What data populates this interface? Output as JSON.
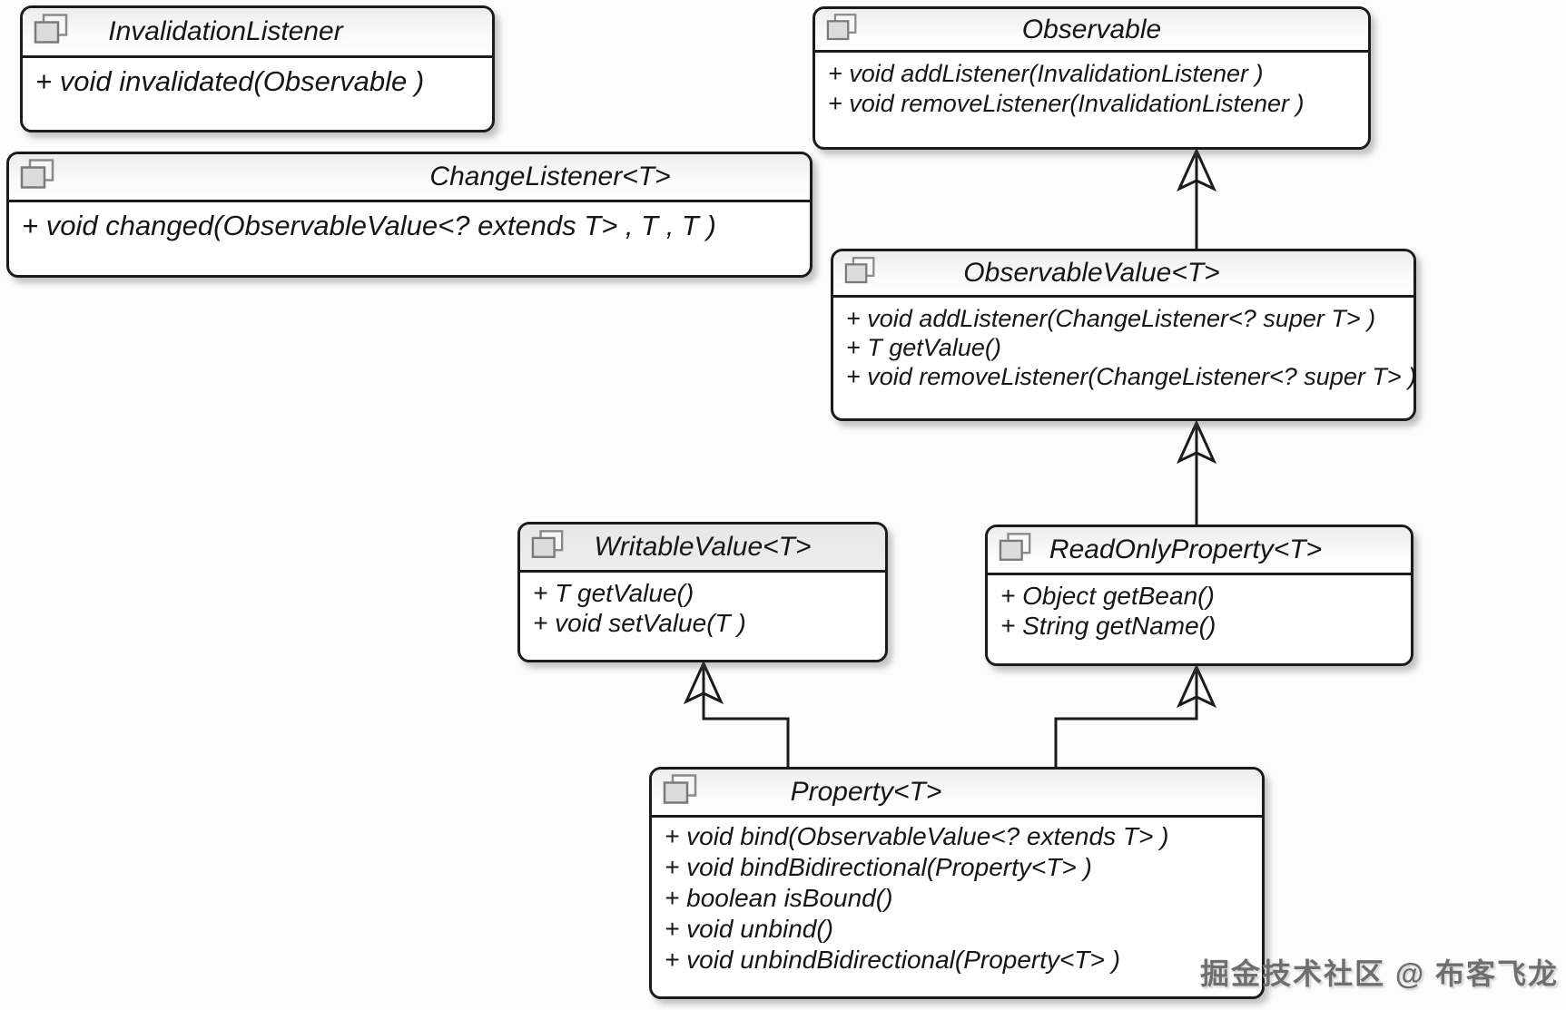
{
  "diagram": {
    "title_note": "UML interface diagram of JavaFX observable/property interfaces",
    "classes": [
      {
        "id": "invalidation-listener",
        "name": "InvalidationListener",
        "methods": [
          "+ void invalidated(Observable )"
        ]
      },
      {
        "id": "observable",
        "name": "Observable",
        "methods": [
          "+ void addListener(InvalidationListener )",
          "+ void removeListener(InvalidationListener )"
        ]
      },
      {
        "id": "change-listener",
        "name": "ChangeListener<T>",
        "methods": [
          "+ void changed(ObservableValue<? extends T> , T , T )"
        ]
      },
      {
        "id": "observable-value",
        "name": "ObservableValue<T>",
        "methods": [
          "+ void addListener(ChangeListener<? super T> )",
          "+ T getValue()",
          "+ void removeListener(ChangeListener<? super T> )"
        ]
      },
      {
        "id": "writable-value",
        "name": "WritableValue<T>",
        "methods": [
          "+ T getValue()",
          "+ void setValue(T )"
        ]
      },
      {
        "id": "read-only-property",
        "name": "ReadOnlyProperty<T>",
        "methods": [
          "+ Object getBean()",
          "+ String getName()"
        ]
      },
      {
        "id": "property",
        "name": "Property<T>",
        "methods": [
          "+ void bind(ObservableValue<? extends T> )",
          "+ void bindBidirectional(Property<T> )",
          "+ boolean isBound()",
          "+ void unbind()",
          "+ void unbindBidirectional(Property<T> )"
        ]
      }
    ],
    "relations": [
      {
        "from": "ObservableValue<T>",
        "to": "Observable",
        "type": "generalization"
      },
      {
        "from": "ReadOnlyProperty<T>",
        "to": "ObservableValue<T>",
        "type": "generalization"
      },
      {
        "from": "Property<T>",
        "to": "WritableValue<T>",
        "type": "generalization"
      },
      {
        "from": "Property<T>",
        "to": "ReadOnlyProperty<T>",
        "type": "generalization"
      }
    ],
    "icon": "interface-classifier-icon",
    "colors": {
      "line": "#1b1b1b",
      "box_fill": "#ffffff",
      "header_gray": "#e9e9e9",
      "watermark": "#6e6e6e"
    },
    "watermark": "掘金技术社区 @ 布客飞龙"
  }
}
